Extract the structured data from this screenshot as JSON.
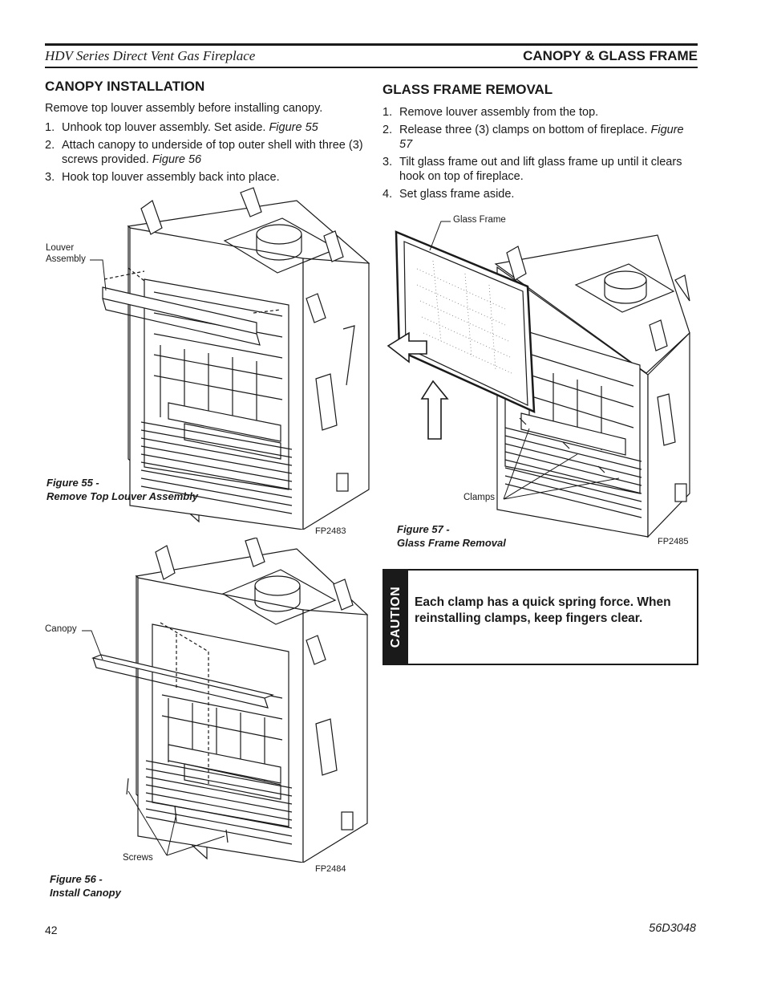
{
  "header": {
    "series_title": "HDV Series Direct Vent Gas Fireplace",
    "section_title": "CANOPY  & GLASS FRAME"
  },
  "canopy_installation": {
    "heading": "CANOPY INSTALLATION",
    "intro": "Remove top louver assembly before installing canopy.",
    "steps": [
      {
        "num": "1.",
        "text": "Unhook top louver assembly. Set aside. ",
        "ref": "Figure 55"
      },
      {
        "num": "2.",
        "text": "Attach canopy  to underside of top outer shell with three (3) screws provided. ",
        "ref": "Figure 56"
      },
      {
        "num": "3.",
        "text": "Hook top louver assembly back into place.",
        "ref": ""
      }
    ]
  },
  "glass_frame_removal": {
    "heading": "GLASS FRAME REMOVAL",
    "steps": [
      {
        "num": "1.",
        "text": "Remove louver assembly from the top.",
        "ref": ""
      },
      {
        "num": "2.",
        "text": "Release three (3)  clamps on bottom of fireplace. ",
        "ref": "Figure 57"
      },
      {
        "num": "3.",
        "text": "Tilt glass frame out and lift glass frame up until it clears hook on top of fireplace.",
        "ref": ""
      },
      {
        "num": "4.",
        "text": "Set glass frame aside.",
        "ref": ""
      }
    ]
  },
  "figures": {
    "fig55": {
      "callout_line1": "Louver",
      "callout_line2": "Assembly",
      "caption_line1": "Figure 55 -",
      "caption_line2": "Remove Top Louver Assembly",
      "code": "FP2483"
    },
    "fig56": {
      "callout_canopy": "Canopy",
      "callout_screws": "Screws",
      "caption_line1": "Figure 56 -",
      "caption_line2": "Install Canopy",
      "code": "FP2484"
    },
    "fig57": {
      "callout_glass": "Glass Frame",
      "callout_clamps": "Clamps",
      "caption_line1": "Figure 57 -",
      "caption_line2": "Glass Frame Removal",
      "code": "FP2485"
    }
  },
  "caution": {
    "label": "CAUTION",
    "text": "Each clamp has  a quick spring force. When reinstalling clamps, keep fingers clear."
  },
  "footer": {
    "page_number": "42",
    "doc_number": "56D3048"
  }
}
